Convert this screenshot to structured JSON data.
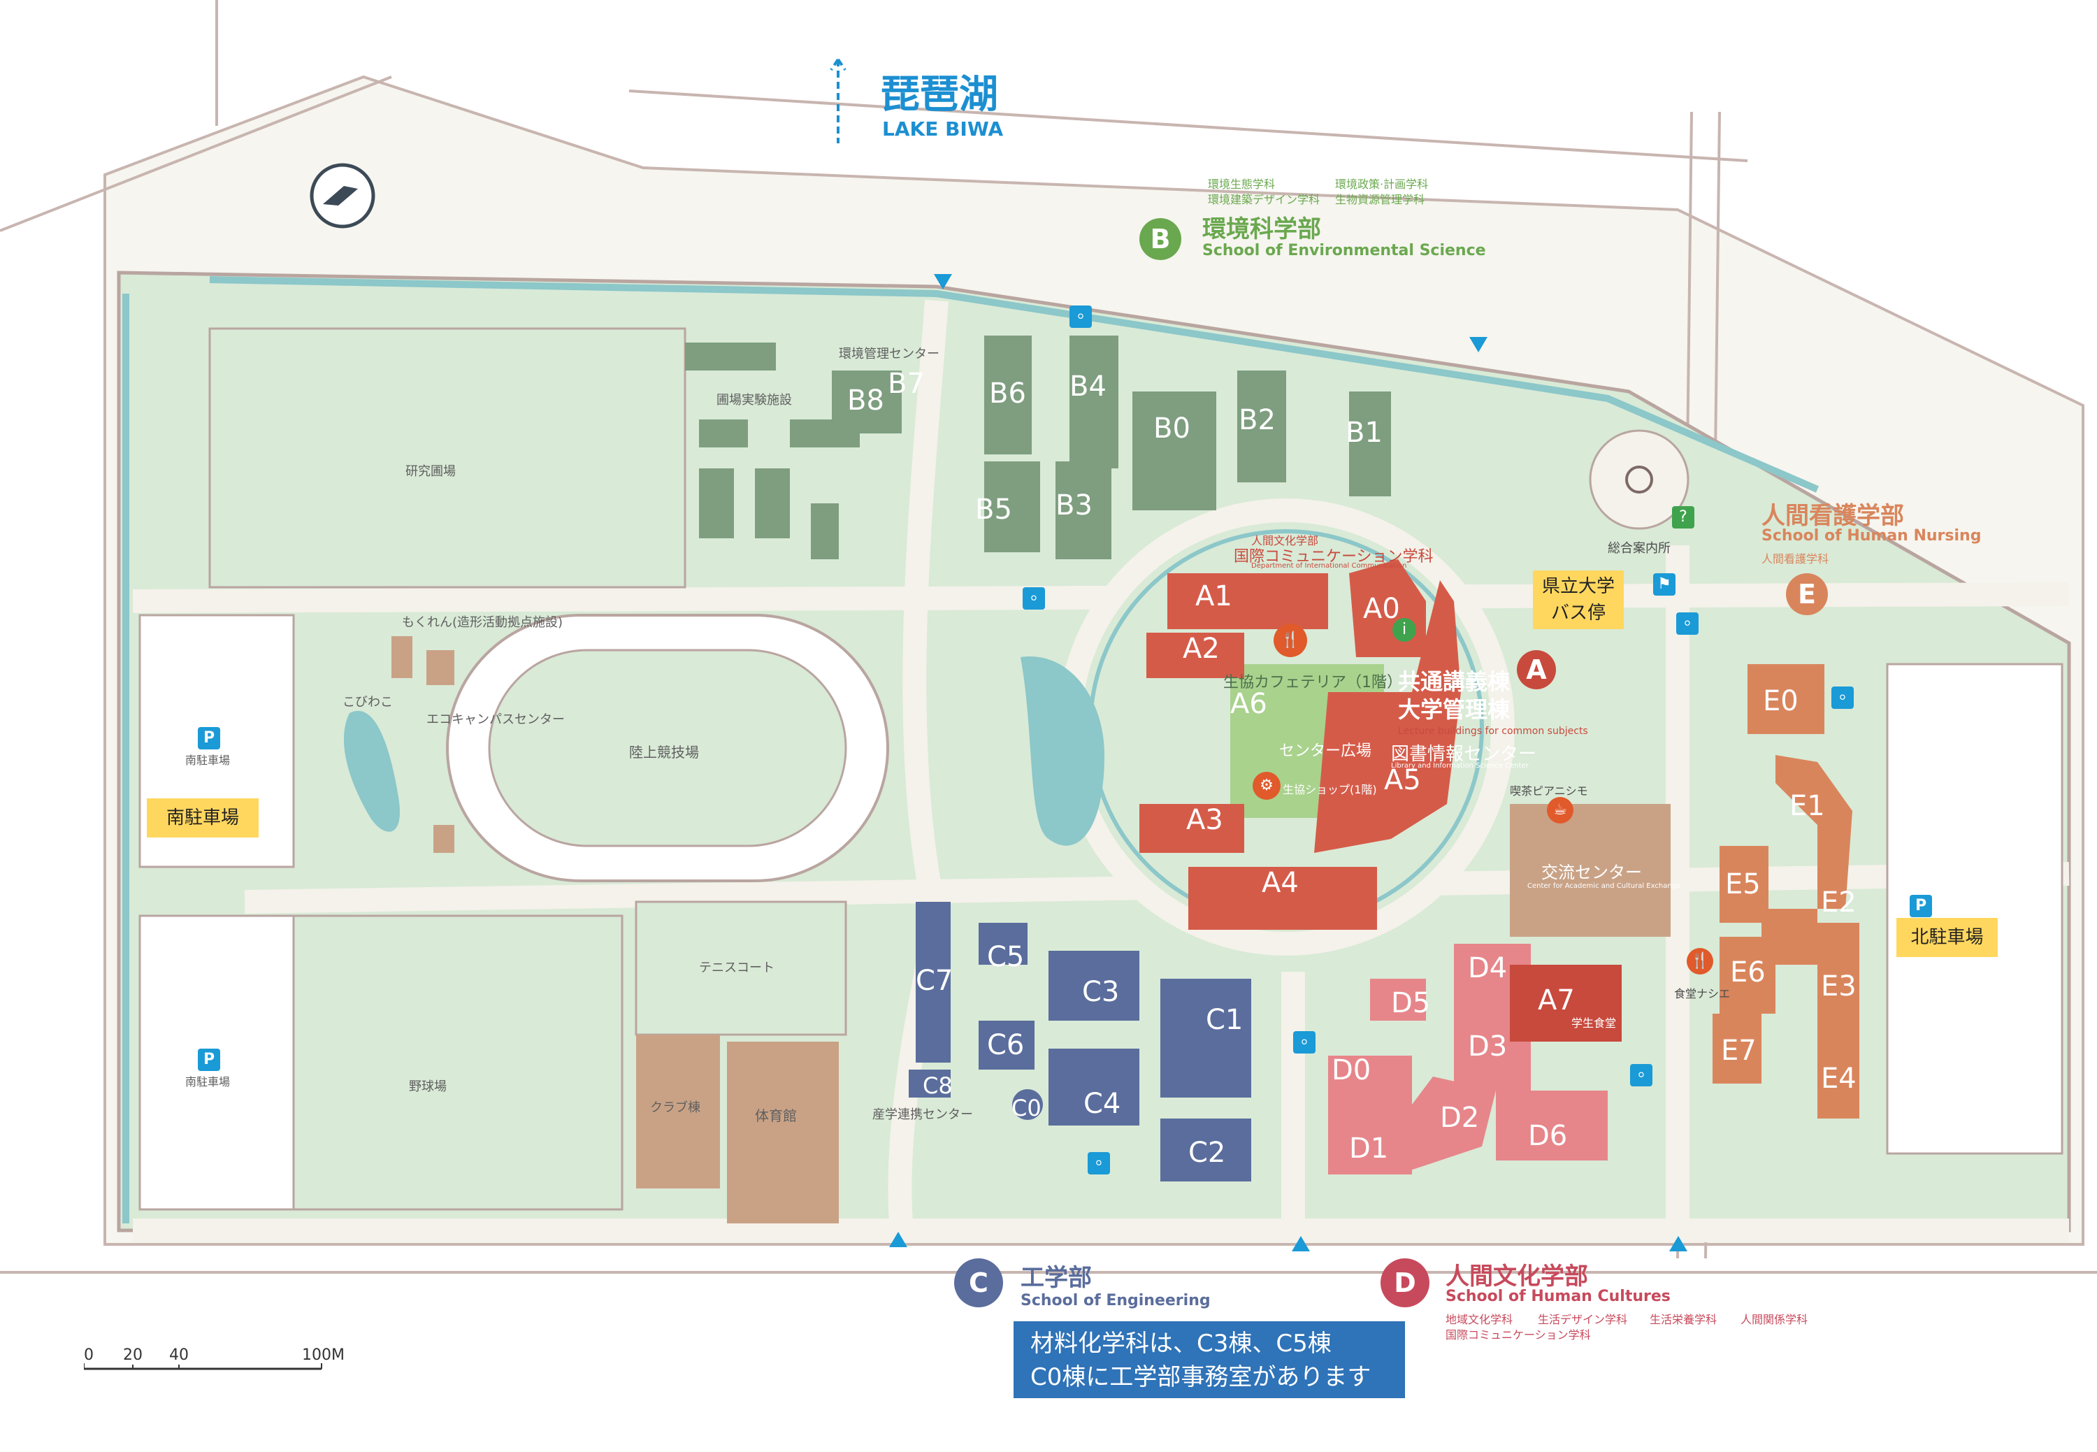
{
  "north_marker": {
    "lake_jp": "琵琶湖",
    "lake_en": "LAKE BIWA"
  },
  "colors": {
    "ground": "#d9ead7",
    "road": "#f3f2ea",
    "road_edge": "#b9a5a0",
    "water": "#8cc7c9",
    "school_a": "#d55b49",
    "school_b": "#7e9e7f",
    "school_c": "#5a6d9c",
    "school_d": "#e6868a",
    "school_e": "#d9855c",
    "sports": "#c9a286",
    "yellow": "#ffd75e",
    "blue_box": "#2f73b8"
  },
  "schools": {
    "A": {
      "badge": "A",
      "jp": "共通講義棟\n大学管理棟",
      "en": "Lecture buildings for common subjects"
    },
    "B": {
      "badge": "B",
      "jp": "環境科学部",
      "en": "School of Environmental Science",
      "depts": [
        "環境生態学科",
        "環境政策·計画学科",
        "環境建築デザイン学科",
        "生物資源管理学科"
      ]
    },
    "C": {
      "badge": "C",
      "jp": "工学部",
      "en": "School of Engineering"
    },
    "D": {
      "badge": "D",
      "jp": "人間文化学部",
      "en": "School of Human Cultures",
      "depts": [
        "地域文化学科",
        "生活デザイン学科",
        "生活栄養学科",
        "人間関係学科",
        "国際コミュニケーション学科"
      ]
    },
    "E": {
      "badge": "E",
      "jp": "人間看護学部",
      "en": "School of Human Nursing",
      "depts": [
        "人間看護学科"
      ]
    }
  },
  "buildings": {
    "A": [
      "A0",
      "A1",
      "A2",
      "A3",
      "A4",
      "A5",
      "A6",
      "A7"
    ],
    "B": [
      "B0",
      "B1",
      "B2",
      "B3",
      "B4",
      "B5",
      "B6",
      "B7",
      "B8"
    ],
    "C": [
      "C0",
      "C1",
      "C2",
      "C3",
      "C4",
      "C5",
      "C6",
      "C7",
      "C8"
    ],
    "D": [
      "D0",
      "D1",
      "D2",
      "D3",
      "D4",
      "D5",
      "D6"
    ],
    "E": [
      "E0",
      "E1",
      "E2",
      "E3",
      "E4",
      "E5",
      "E6",
      "E7"
    ]
  },
  "places": {
    "library": "図書情報センター",
    "library_en": "Library and Information Science Center",
    "intl_comm_faculty": "人間文化学部",
    "intl_comm_dept": "国際コミュニケーション学科",
    "intl_comm_en": "Department of International Communication",
    "cafeteria": "生協カフェテリア（1階）",
    "center_plaza": "センター広場",
    "coop_shop": "生協ショップ(1階)",
    "exchange_center": "交流センター",
    "exchange_center_en": "Center for Academic and Cultural Exchange",
    "piano": "喫茶ピアニシモ",
    "info_desk": "総合案内所",
    "bus_stop": "県立大学\nバス停",
    "env_center": "環境管理センター",
    "field_facility": "圃場実験施設",
    "research_field": "研究圃場",
    "mokuren": "もくれん(造形活動拠点施設)",
    "kobiwako": "こびわこ",
    "eco_campus": "エコキャンパスセンター",
    "track": "陸上競技場",
    "tennis": "テニスコート",
    "baseball": "野球場",
    "club": "クラブ棟",
    "gym": "体育館",
    "industry": "産学連携センター",
    "south_parking": "南駐車場",
    "north_parking": "北駐車場",
    "nursing_cafe": "食堂ナシエ",
    "cafeteria_d": "学生食堂"
  },
  "notice": "材料化学科は、C3棟、C5棟\nC0棟に工学部事務室があります",
  "scale": {
    "labels": [
      "0",
      "20",
      "40",
      "100M"
    ]
  },
  "icon_names": [
    "compass-icon",
    "parking-icon",
    "bicycle-icon",
    "restaurant-icon",
    "info-icon",
    "cafe-icon",
    "bus-icon",
    "gate-icon",
    "shop-icon",
    "help-icon"
  ]
}
